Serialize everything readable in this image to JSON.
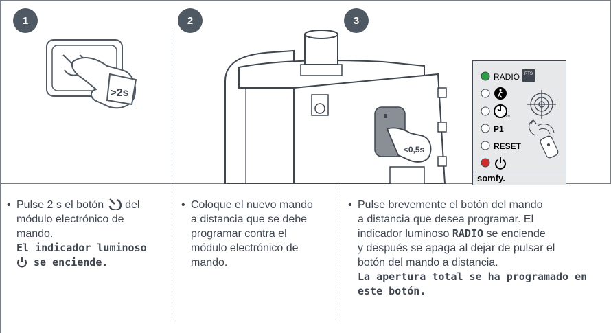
{
  "steps": [
    {
      "number": "1"
    },
    {
      "number": "2"
    },
    {
      "number": "3"
    }
  ],
  "illustration1": {
    "press_label": ">2s",
    "icon": "power-button-icon"
  },
  "illustration2": {
    "press_label": "<0,5s",
    "icon": "remote-control-icon"
  },
  "panel": {
    "leds": [
      {
        "label": "RADIO",
        "color": "#2e9e44",
        "icon": "rts-logo"
      },
      {
        "label": "",
        "color": "#ffffff",
        "icon": "pedestrian-icon"
      },
      {
        "label": "",
        "color": "#ffffff",
        "icon": "timer-icon"
      },
      {
        "label": "P1",
        "color": "#ffffff",
        "icon": ""
      },
      {
        "label": "RESET",
        "color": "#ffffff",
        "icon": ""
      },
      {
        "label": "",
        "color": "#d42a2a",
        "icon": "power-icon"
      }
    ],
    "rts_text": "RTS",
    "timer_text": "30s",
    "brand": "somfy."
  },
  "col1": {
    "line1a": "Pulse 2 s el botón",
    "line1b": "del",
    "line2": "módulo electrónico de",
    "line3": "mando.",
    "bold1": "El indicador luminoso",
    "bold2": "se enciende."
  },
  "col2": {
    "line1": "Coloque el nuevo mando",
    "line2": "a distancia que se debe",
    "line3": "programar contra el",
    "line4": "módulo electrónico de",
    "line5": "mando."
  },
  "col3": {
    "line1": "Pulse brevemente el botón del mando",
    "line2": "a distancia que desea programar. El",
    "line3a": "indicador luminoso",
    "line3b": "RADIO",
    "line3c": "se enciende",
    "line4": "y después se apaga al dejar de pulsar el",
    "line5": "botón del mando a distancia.",
    "bold1": "La apertura total se ha programado en",
    "bold2": "este botón."
  }
}
